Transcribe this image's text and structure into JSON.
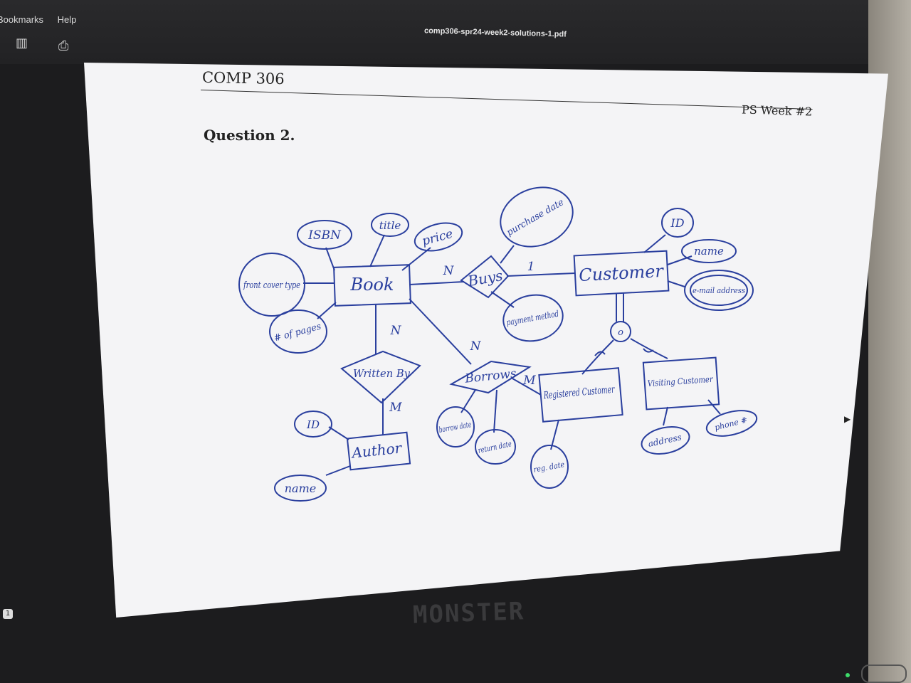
{
  "menu": {
    "items": [
      "Bookmarks",
      "Help"
    ]
  },
  "toolbar": {
    "sidebar_icon": "sidebar-icon",
    "print_icon": "print-icon"
  },
  "document": {
    "filename": "comp306-spr24-week2-solutions-1.pdf",
    "header_left": "COMP 306",
    "header_right": "PS Week #2",
    "question": "Question 2.",
    "page_badge": "1"
  },
  "brand": "MONSTER",
  "diagram": {
    "entities": [
      "Book",
      "Customer",
      "Author",
      "Registered Customer",
      "Visiting Customer"
    ],
    "relationships": [
      "Buys",
      "Written By",
      "Borrows"
    ],
    "attributes": [
      "ISBN",
      "title",
      "price",
      "front cover type",
      "# of pages",
      "purchase date",
      "payment method",
      "ID",
      "name",
      "e-mail address",
      "borrow date",
      "return date",
      "reg. date",
      "address",
      "phone #",
      "ID",
      "name"
    ],
    "cardinalities": [
      "N",
      "1",
      "N",
      "M",
      "N",
      "M"
    ],
    "specialization_symbol": "o"
  },
  "colors": {
    "ink": "#2a3f9e",
    "page": "#f4f4f6"
  }
}
